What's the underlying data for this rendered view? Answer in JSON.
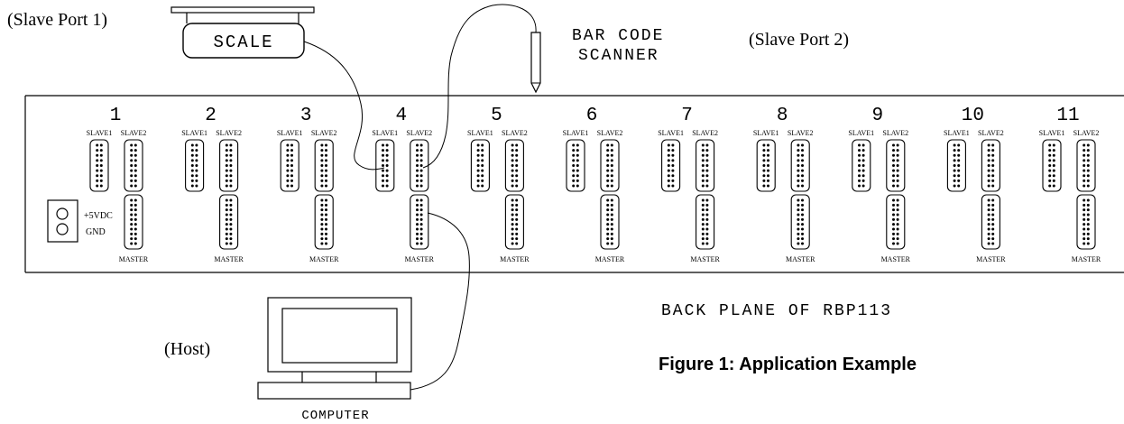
{
  "labels": {
    "slave_port_1": "(Slave Port 1)",
    "slave_port_2": "(Slave Port 2)",
    "scale": "SCALE",
    "barcode_line1": "BAR CODE",
    "barcode_line2": "SCANNER",
    "host": "(Host)",
    "computer": "COMPUTER",
    "backplane_title": "BACK PLANE OF RBP113",
    "figure_caption": "Figure 1: Application Example",
    "power_plus": "+5VDC",
    "power_gnd": "GND"
  },
  "ports": [
    {
      "number": "1",
      "slave1": "SLAVE1",
      "slave2": "SLAVE2",
      "master": "MASTER"
    },
    {
      "number": "2",
      "slave1": "SLAVE1",
      "slave2": "SLAVE2",
      "master": "MASTER"
    },
    {
      "number": "3",
      "slave1": "SLAVE1",
      "slave2": "SLAVE2",
      "master": "MASTER"
    },
    {
      "number": "4",
      "slave1": "SLAVE1",
      "slave2": "SLAVE2",
      "master": "MASTER"
    },
    {
      "number": "5",
      "slave1": "SLAVE1",
      "slave2": "SLAVE2",
      "master": "MASTER"
    },
    {
      "number": "6",
      "slave1": "SLAVE1",
      "slave2": "SLAVE2",
      "master": "MASTER"
    },
    {
      "number": "7",
      "slave1": "SLAVE1",
      "slave2": "SLAVE2",
      "master": "MASTER"
    },
    {
      "number": "8",
      "slave1": "SLAVE1",
      "slave2": "SLAVE2",
      "master": "MASTER"
    },
    {
      "number": "9",
      "slave1": "SLAVE1",
      "slave2": "SLAVE2",
      "master": "MASTER"
    },
    {
      "number": "10",
      "slave1": "SLAVE1",
      "slave2": "SLAVE2",
      "master": "MASTER"
    },
    {
      "number": "11",
      "slave1": "SLAVE1",
      "slave2": "SLAVE2",
      "master": "MASTER"
    }
  ],
  "colors": {
    "line": "#000000",
    "background": "#ffffff"
  }
}
